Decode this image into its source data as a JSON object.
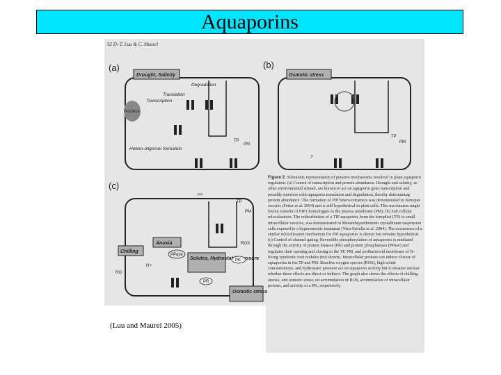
{
  "slide": {
    "title": "Aquaporins",
    "citation": "(Luu and Maurel 2005)"
  },
  "figure": {
    "page_header": "92    D.-T. Luu & C. Maurel",
    "panels": {
      "a": {
        "label": "(a)",
        "stimulus": "Drought, Salinity",
        "labels": [
          "Degradation",
          "Translation",
          "Transcription",
          "Nucleus",
          "Hetero-oligomer formation",
          "TP",
          "PM"
        ]
      },
      "b": {
        "label": "(b)",
        "stimulus": "Osmotic stress",
        "labels": [
          "TP",
          "PM",
          "?"
        ]
      },
      "c": {
        "label": "(c)",
        "labels": [
          "H+",
          "TP",
          "PM",
          "Chilling",
          "Anoxia",
          "PPase",
          "Solutes, Hydrostatic pressure",
          "PK",
          "PR",
          "ROS",
          "H+",
          "RO",
          "Osmotic stress"
        ]
      }
    },
    "caption_lead": "Figure 2.",
    "caption": "Schematic representation of putative mechanisms involved in plant aquaporin regulation. (a) Control of transcription and protein abundance. Drought and salinity, as other environmental stimuli, are known to act on aquaporin gene transcription and possibly interfere with aquaporin translation and degradation, thereby determining protein abundance. The formation of PIP hetero-tetramers was demonstrated in Xenopus oocytes (Fetter et al. 2004) and is still hypothetical in plant cells. This mechanism might favour transfer of PIP1 homologues to the plasma membrane (PM). (b) Sub cellular relocalization. The redistribution of a TIP aquaporin, from the tonoplast (TP) to small intracellular vesicles, was demonstrated in Mesembryanthemum crystallinum suspension cells exposed to a hyperosmotic treatment (Vera-Estrella et al. 2004). The occurrence of a similar relocalization mechanism for PIP aquaporins is shown but remains hypothetical. (c) Control of channel gating. Reversible phosphorylation of aquaporins is mediated through the activity of protein kinases (PK) and protein phosphatases (PPase) and regulates their opening and closing in the TP, PM, and peribacteroid membrane of N-fixing symbiotic root nodules (not shown). Intracellular protons can induce closure of aquaporins in the TP and PM. Reactive oxygen species (ROS), high solute concentrations, and hydrostatic pressure act on aquaporin activity but it remains unclear whether these effects are direct or indirect. The graph also shows the effects of chilling, anoxia, and osmotic stress, on accumulation of ROS, accumulation of intracellular protons, and activity of a PK, respectively."
  }
}
